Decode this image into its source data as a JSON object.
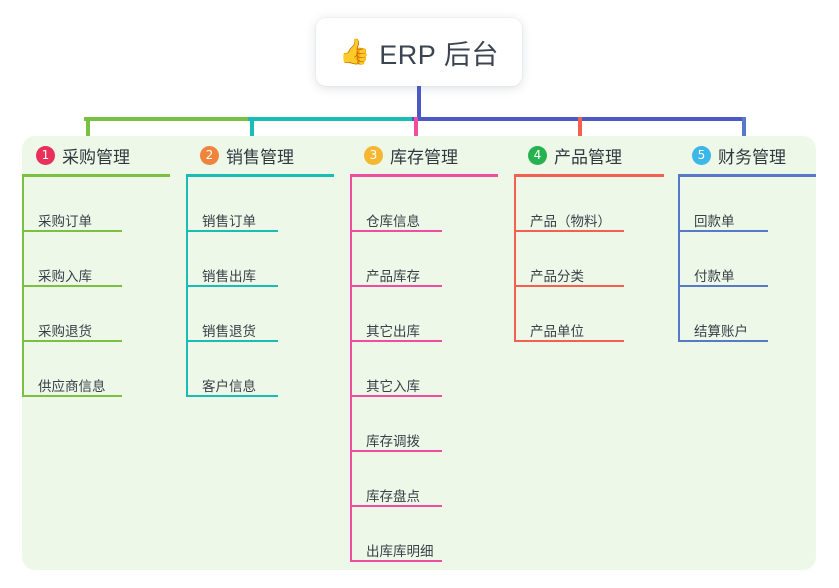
{
  "root": {
    "icon": "thumbs-up-emoji",
    "emoji": "👍",
    "title": "ERP 后台"
  },
  "palette": {
    "panel_bg": "#eef8e9",
    "page_bg": "#ffffff",
    "root_connector": "#4a59c4",
    "text": "#32383f"
  },
  "columns": [
    {
      "number": "1",
      "title": "采购管理",
      "badge_color": "#e8305a",
      "line_color": "#7ac143",
      "items": [
        {
          "label": "采购订单"
        },
        {
          "label": "采购入库"
        },
        {
          "label": "采购退货"
        },
        {
          "label": "供应商信息"
        }
      ]
    },
    {
      "number": "2",
      "title": "销售管理",
      "badge_color": "#f0843c",
      "line_color": "#18bdb4",
      "items": [
        {
          "label": "销售订单"
        },
        {
          "label": "销售出库"
        },
        {
          "label": "销售退货"
        },
        {
          "label": "客户信息"
        }
      ]
    },
    {
      "number": "3",
      "title": "库存管理",
      "badge_color": "#f5b731",
      "line_color": "#ef4ea0",
      "items": [
        {
          "label": "仓库信息"
        },
        {
          "label": "产品库存"
        },
        {
          "label": "其它出库"
        },
        {
          "label": "其它入库"
        },
        {
          "label": "库存调拨"
        },
        {
          "label": "库存盘点"
        },
        {
          "label": "出库库明细"
        }
      ]
    },
    {
      "number": "4",
      "title": "产品管理",
      "badge_color": "#26b34f",
      "line_color": "#f2614f",
      "items": [
        {
          "label": "产品（物料）"
        },
        {
          "label": "产品分类"
        },
        {
          "label": "产品单位"
        }
      ]
    },
    {
      "number": "5",
      "title": "财务管理",
      "badge_color": "#3bb8e8",
      "line_color": "#5878c8",
      "items": [
        {
          "label": "回款单"
        },
        {
          "label": "付款单"
        },
        {
          "label": "结算账户"
        }
      ]
    }
  ],
  "connectors": {
    "bus_segments": [
      {
        "name": "segment-col1-col2",
        "color": "#7ac143"
      },
      {
        "name": "segment-col2-col3",
        "color": "#18bdb4"
      },
      {
        "name": "segment-col3-col5",
        "color": "#4a59c4"
      }
    ],
    "stubs": [
      {
        "name": "stub-col1",
        "color": "#7ac143"
      },
      {
        "name": "stub-col2",
        "color": "#18bdb4"
      },
      {
        "name": "stub-col3",
        "color": "#ef4ea0"
      },
      {
        "name": "stub-col4",
        "color": "#f2614f"
      },
      {
        "name": "stub-col5",
        "color": "#5878c8"
      }
    ]
  }
}
